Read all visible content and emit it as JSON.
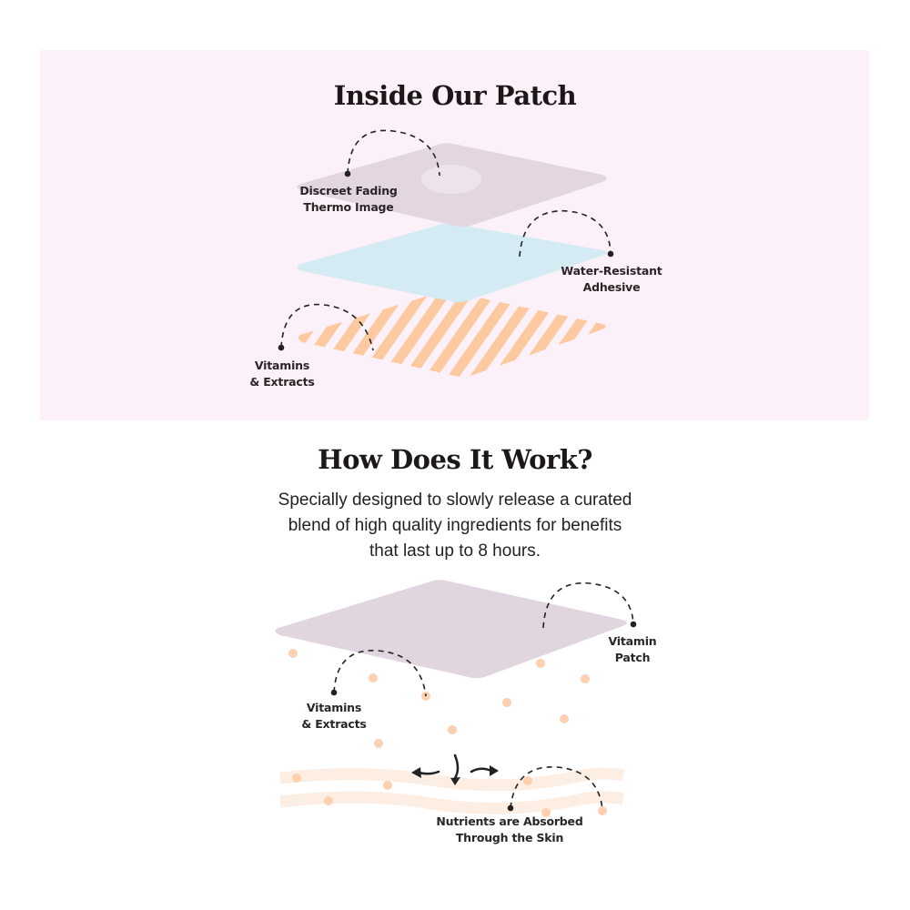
{
  "colors": {
    "panel_bg": "#fcf1f9",
    "patch_top": "#e3d6e1",
    "thermo_circle": "#ede3ec",
    "adhesive": "#d4ebf3",
    "vitamins": "#fdc9a0",
    "skin": "#fdeee4",
    "ink": "#1f1b1d"
  },
  "section1": {
    "title": "Inside Our Patch",
    "labels": {
      "thermo": [
        "Discreet Fading",
        "Thermo Image"
      ],
      "adhesive": [
        "Water-Resistant",
        "Adhesive"
      ],
      "vitamins": [
        "Vitamins",
        "& Extracts"
      ]
    }
  },
  "section2": {
    "title": "How Does It Work?",
    "description": [
      "Specially designed to slowly release a curated",
      "blend of high quality ingredients for benefits",
      "that last up to 8 hours."
    ],
    "labels": {
      "patch": [
        "Vitamin",
        "Patch"
      ],
      "vitamins": [
        "Vitamins",
        "& Extracts"
      ],
      "absorbed": [
        "Nutrients are Absorbed",
        "Through the Skin"
      ]
    }
  }
}
